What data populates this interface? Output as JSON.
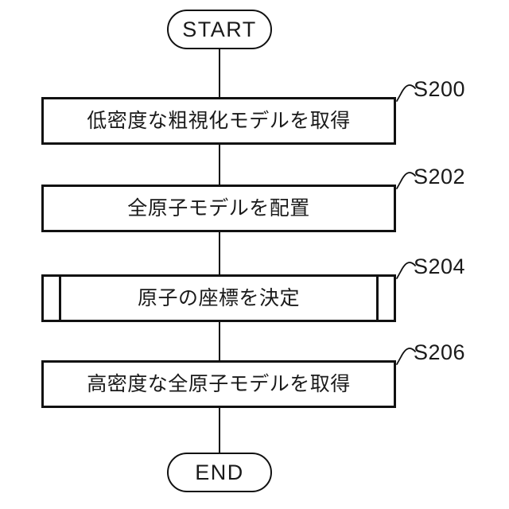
{
  "diagram": {
    "type": "flowchart",
    "orientation": "vertical",
    "background_color": "#ffffff",
    "line_color": "#111111",
    "nodes": [
      {
        "id": "start",
        "shape": "terminator",
        "label": "START"
      },
      {
        "id": "s200",
        "shape": "process",
        "label": "低密度な粗視化モデルを取得",
        "step": "S200"
      },
      {
        "id": "s202",
        "shape": "process",
        "label": "全原子モデルを配置",
        "step": "S202"
      },
      {
        "id": "s204",
        "shape": "predefined-process",
        "label": "原子の座標を決定",
        "step": "S204"
      },
      {
        "id": "s206",
        "shape": "process",
        "label": "高密度な全原子モデルを取得",
        "step": "S206"
      },
      {
        "id": "end",
        "shape": "terminator",
        "label": "END"
      }
    ],
    "steps": {
      "s200": "S200",
      "s202": "S202",
      "s204": "S204",
      "s206": "S206"
    },
    "terminators": {
      "start": "START",
      "end": "END"
    },
    "edges": [
      {
        "from": "start",
        "to": "s200"
      },
      {
        "from": "s200",
        "to": "s202"
      },
      {
        "from": "s202",
        "to": "s204"
      },
      {
        "from": "s204",
        "to": "s206"
      },
      {
        "from": "s206",
        "to": "end"
      }
    ]
  }
}
